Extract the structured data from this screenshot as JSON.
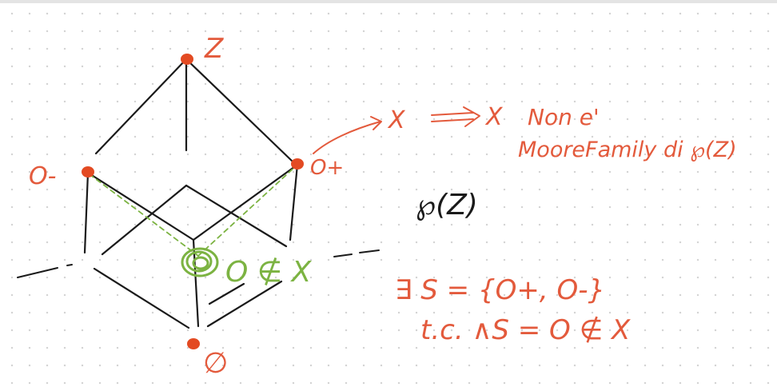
{
  "colors": {
    "ink": "#1a1a1a",
    "annotation": "#e35a3c",
    "highlight": "#7cb342",
    "node": "#e34a22"
  },
  "nodes": {
    "top": "Z",
    "left": "O-",
    "right": "O+",
    "bottom": "∅"
  },
  "green_note": "O ∉ X",
  "arrow_note": {
    "x1": "X",
    "x2": "X",
    "line1": "Non e'",
    "line2": "MooreFamily di ℘(Z)"
  },
  "powerset_label": "℘(Z)",
  "proof": {
    "line1": "∃ S = {O+, O-}",
    "line2": "t.c. ∧S = O ∉ X"
  }
}
